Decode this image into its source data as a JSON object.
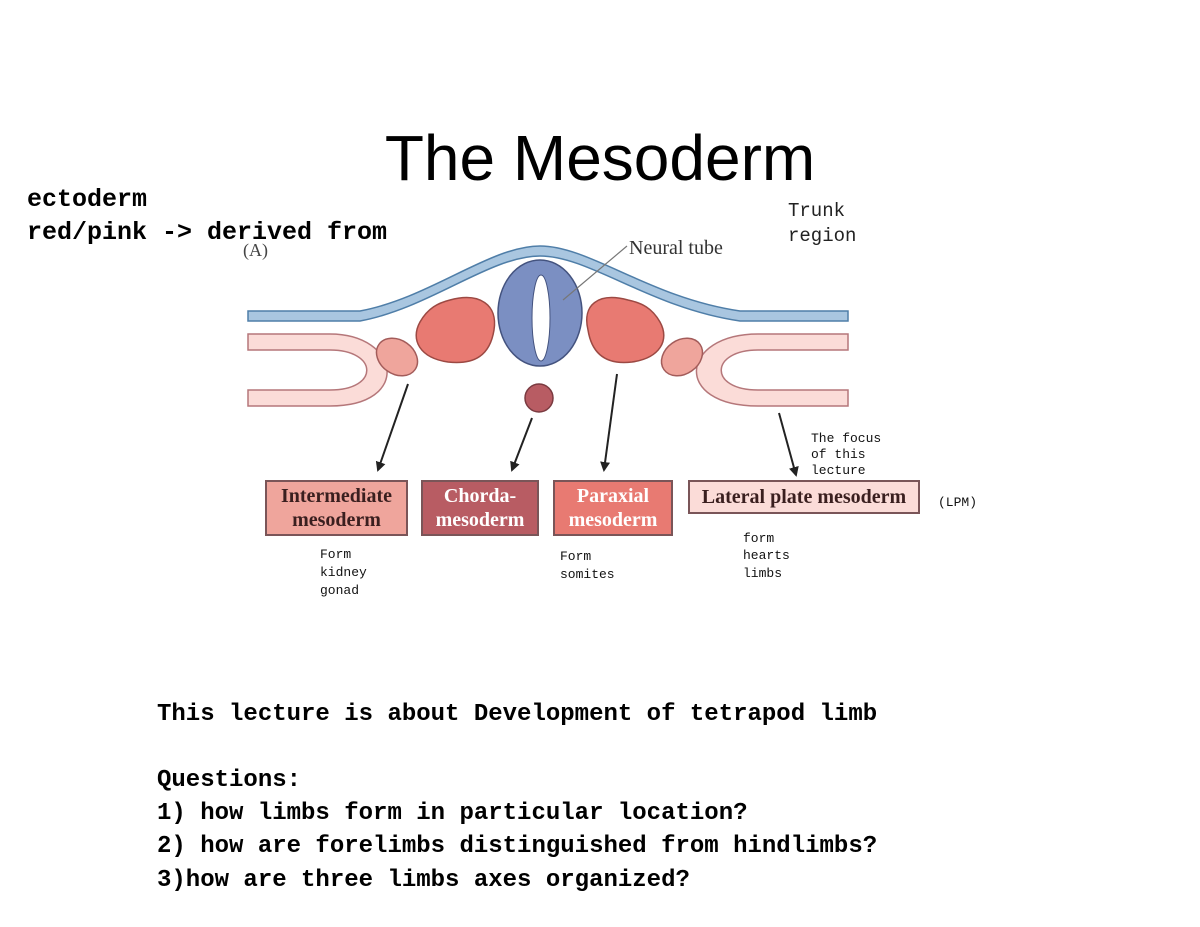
{
  "title": "The Mesoderm",
  "note_left": {
    "line1": "ectoderm",
    "line2": "red/pink -> derived from"
  },
  "trunk_note": {
    "line1": "Trunk",
    "line2": "region"
  },
  "figure": {
    "panel_label": "(A)",
    "neural_tube_label": "Neural tube",
    "boxes": {
      "intermediate": {
        "line1": "Intermediate",
        "line2": "mesoderm"
      },
      "chorda": {
        "line1": "Chorda-",
        "line2": "mesoderm"
      },
      "paraxial": {
        "line1": "Paraxial",
        "line2": "mesoderm"
      },
      "lateral": {
        "line1": "Lateral plate mesoderm"
      }
    },
    "colors": {
      "ectoderm": "#a9c6e0",
      "neural_tube": "#7b8fc2",
      "paraxial": "#e87a72",
      "intermediate": "#efa59c",
      "chorda": "#b85c63",
      "lateral": "#fbdcd8"
    }
  },
  "annotations": {
    "focus": {
      "line1": "The focus",
      "line2": "of this",
      "line3": "lecture"
    },
    "lpm": "(LPM)",
    "intermediate_form": {
      "line1": "Form",
      "line2": "kidney",
      "line3": "gonad"
    },
    "paraxial_form": {
      "line1": "Form",
      "line2": "somites"
    },
    "lateral_form": {
      "line1": "form",
      "line2": "hearts",
      "line3": "limbs"
    }
  },
  "body": {
    "intro": "This lecture is about Development of tetrapod limb",
    "questions_heading": "Questions:",
    "questions": [
      "1) how limbs form in particular location?",
      "2) how are forelimbs distinguished from hindlimbs?",
      "3)how are three limbs axes organized?"
    ]
  }
}
